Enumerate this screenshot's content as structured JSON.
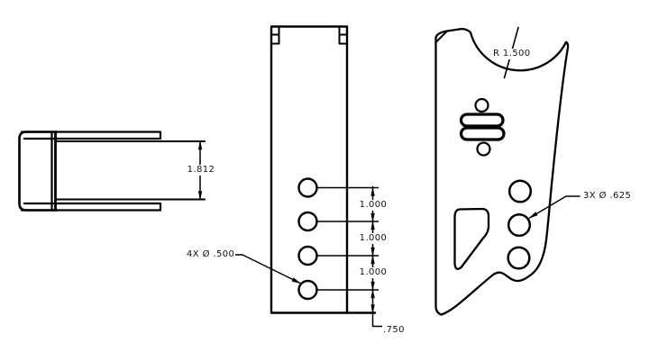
{
  "drawing": {
    "type": "cad-multiview-part-drawing",
    "views": {
      "side_view": "left side profile of bracket (channel with rounded end cap)",
      "front_view": "front face with 4 mounting holes and top weld tabs",
      "profile_view": "gusset plate with radius cutout, 3 holes, 2 slots and D-shaped cutout"
    },
    "colors": {
      "line": "#000000",
      "background": "#ffffff"
    },
    "annotations": {
      "side_height": "1.812",
      "spacing": [
        "1.000",
        "1.000",
        "1.000"
      ],
      "bottom_offset": ".750",
      "front_holes_note": "4X Ø .500",
      "radius_note": "R 1.500",
      "profile_holes_note": "3X Ø .625"
    }
  }
}
